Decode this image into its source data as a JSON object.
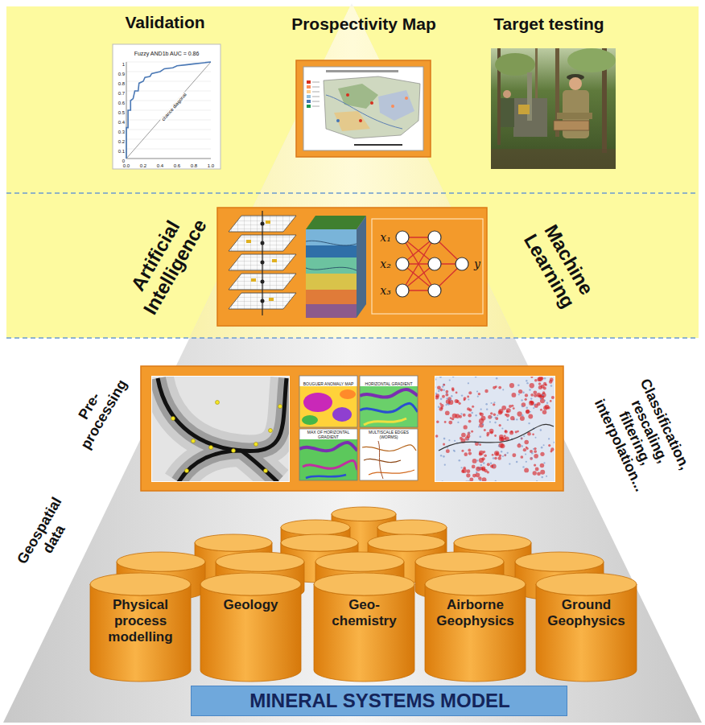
{
  "diagram": {
    "nodes": [
      {
        "text": [
          "Physical process modelling"
        ]
      },
      {
        "text": [
          "Geology"
        ]
      },
      {
        "text": [
          "Geo-chemistry"
        ]
      },
      {
        "text": [
          "Airborne Geophysics"
        ]
      },
      {
        "text": [
          "Ground Geophysics"
        ]
      },
      {
        "text": [
          "MINERAL SYSTEMS MODEL"
        ]
      }
    ],
    "labels": [
      "Validation",
      "Fuzzy AND1b AUC = 0.86",
      "chance diagonal",
      "0",
      "0.1",
      "0.2",
      "0.3",
      "0.4",
      "0.5",
      "0.6",
      "0.7",
      "0.8",
      "0.9",
      "1",
      "0.0",
      "0.2",
      "0.4",
      "0.6",
      "0.8",
      "1.0",
      "Prospectivity Map",
      "Target testing",
      "Artificial Intelligence",
      "Machine Learning",
      "x₁",
      "x₂",
      "x₃",
      "y",
      "Pre-processing",
      "BOUGUER ANOMALY MAP",
      "HORIZONTAL GRADIENT",
      "MAX OF HORIZONTAL GRADIENT",
      "MULTISCALE EDGES (WORMS)",
      "Classification, rescaling, filtering, interpolation...",
      "Geospatial data"
    ]
  }
}
